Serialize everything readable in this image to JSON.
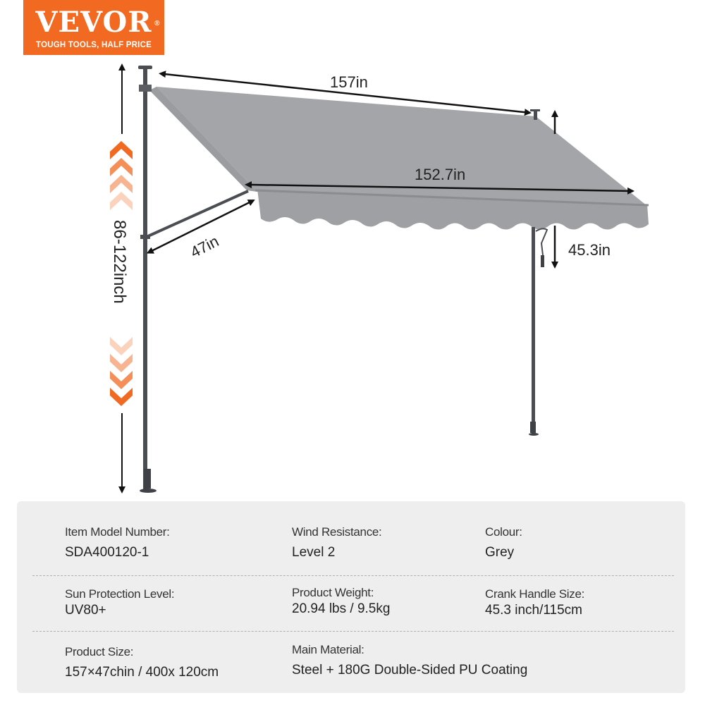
{
  "brand": {
    "name": "VEVOR",
    "registered": "®",
    "tagline": "TOUGH TOOLS, HALF PRICE",
    "color": "#f26a21"
  },
  "diagram": {
    "awning_color": "#a2a4a7",
    "frame_color": "#4a4d52",
    "arrow_color": "#111111",
    "chevron_color": "#f26a21",
    "dimensions": {
      "total_width": "157in",
      "fabric_width": "152.7in",
      "projection": "47in",
      "pole_height": "86-122inch",
      "crank_length": "45.3in"
    }
  },
  "specs": {
    "items": [
      {
        "label": "Item Model Number:",
        "value": "SDA400120-1"
      },
      {
        "label": "Wind Resistance:",
        "value": "Level 2"
      },
      {
        "label": "Colour:",
        "value": "Grey"
      },
      {
        "label": "Sun Protection Level:",
        "value": "UV80+"
      },
      {
        "label": "Product Weight:",
        "value": "20.94 lbs / 9.5kg"
      },
      {
        "label": "Crank Handle Size:",
        "value": "45.3 inch/115cm"
      },
      {
        "label": "Product Size:",
        "value": "157×47chin / 400x 120cm"
      },
      {
        "label": "Main Material:",
        "value": "Steel + 180G Double-Sided PU Coating"
      }
    ]
  }
}
